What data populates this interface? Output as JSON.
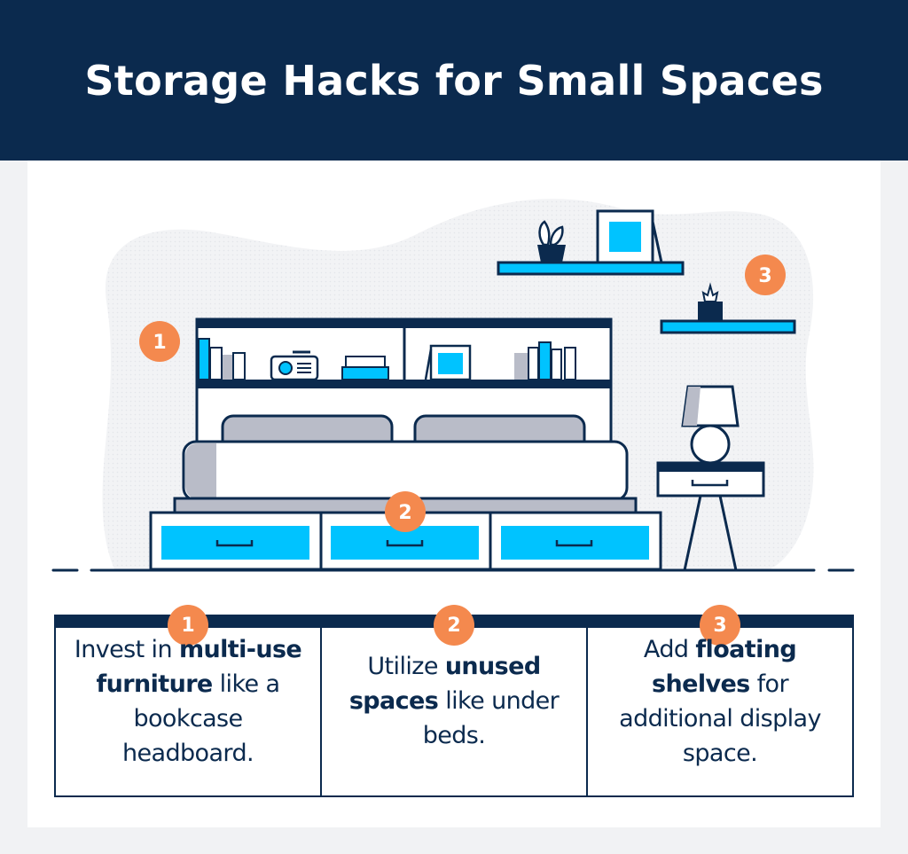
{
  "title": "Storage Hacks for Small Spaces",
  "colors": {
    "navy": "#0b2a4e",
    "accent_blue": "#00c3ff",
    "orange": "#f4894e",
    "gray": "#b9bcc8",
    "background": "#f1f2f4"
  },
  "markers": [
    "1",
    "2",
    "3"
  ],
  "tips": [
    {
      "number": "1",
      "before": "Invest in ",
      "bold": "multi-use furniture",
      "after": " like a bookcase headboard."
    },
    {
      "number": "2",
      "before": "Utilize ",
      "bold": "unused spaces",
      "after": " like under beds."
    },
    {
      "number": "3",
      "before": "Add ",
      "bold": "floating shelves",
      "after": " for additional display space."
    }
  ]
}
